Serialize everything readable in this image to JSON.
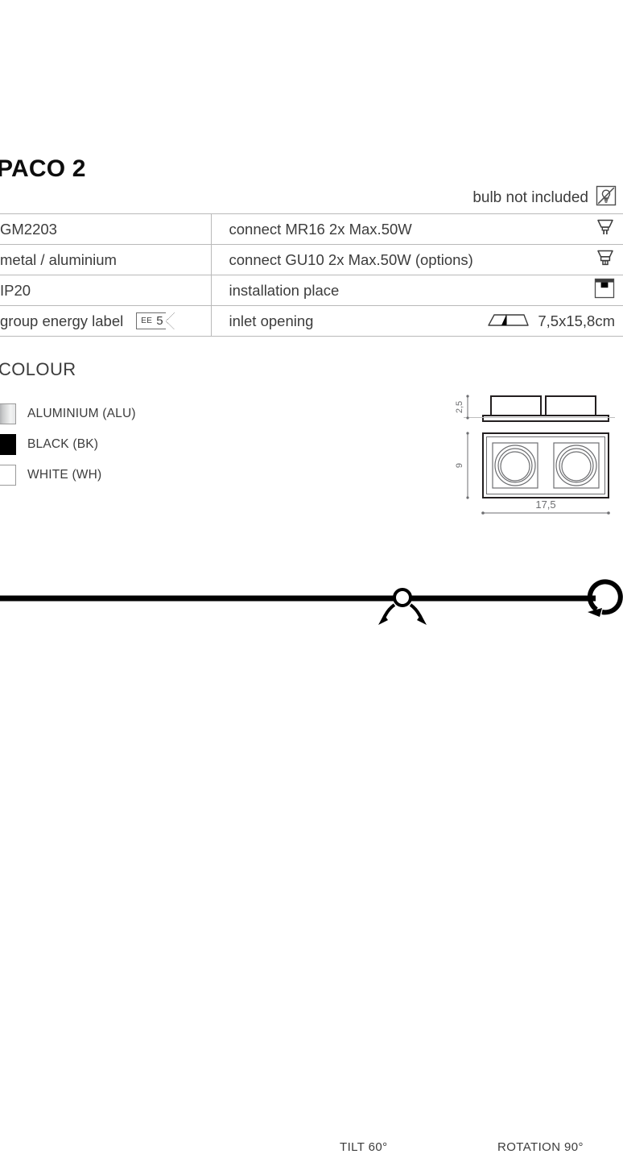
{
  "product": {
    "title": "PACO 2",
    "bulb_note": "bulb not included",
    "bulb_note_icon": "bulb-not-included-icon"
  },
  "spec_table": {
    "rows": [
      {
        "left_text": "GM2203",
        "left_badge": null,
        "right_text": "connect MR16 2x Max.50W",
        "right_icon": "mr16-lamp-icon",
        "right_value": null
      },
      {
        "left_text": "metal / aluminium",
        "left_badge": null,
        "right_text": "connect GU10 2x Max.50W (options)",
        "right_icon": "gu10-lamp-icon",
        "right_value": null
      },
      {
        "left_text": "IP20",
        "left_badge": null,
        "right_text": "installation place",
        "right_icon": "ceiling-installation-icon",
        "right_value": null
      },
      {
        "left_text": "group energy label",
        "left_badge": {
          "prefix": "EE",
          "value": "5"
        },
        "right_text": "inlet opening",
        "right_icon": "inlet-opening-icon",
        "right_value": "7,5x15,8cm"
      }
    ]
  },
  "colour": {
    "heading": "COLOUR",
    "items": [
      {
        "label": "ALUMINIUM (ALU)",
        "code": "ALU",
        "swatch": "alu",
        "hex": "#c9cacb"
      },
      {
        "label": "BLACK (BK)",
        "code": "BK",
        "swatch": "bk",
        "hex": "#000000"
      },
      {
        "label": "WHITE (WH)",
        "code": "WH",
        "swatch": "wh",
        "hex": "#ffffff"
      }
    ]
  },
  "drawing": {
    "dimensions": {
      "height": "2,5",
      "depth": "9",
      "width": "17,5"
    }
  },
  "motion": {
    "tilt_label": "TILT 60°",
    "rotation_label": "ROTATION 90°"
  }
}
